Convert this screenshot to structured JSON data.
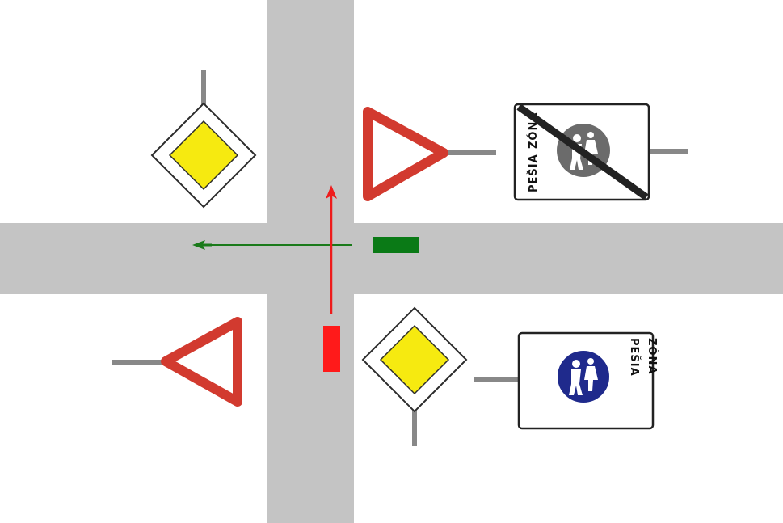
{
  "colors": {
    "background": "#ffffff",
    "road": "#c4c4c4",
    "post": "#888888",
    "yield_border": "#d23a2f",
    "priority_yellow": "#f6ea10",
    "priority_border": "#2b2b2b",
    "zone_blue": "#1f2a8c",
    "zone_end_grey": "#6b6b6b",
    "vehicle_red": "#ff1a1a",
    "vehicle_green": "#0a7a16",
    "arrow_red": "#ee1c1c",
    "arrow_green": "#1a7a1a"
  },
  "signs": {
    "pedestrian_zone_start": {
      "line1": "PEŠIA",
      "line2": "ZÓNA",
      "icon": "pedestrians-icon"
    },
    "pedestrian_zone_end": {
      "line1": "PEŠIA",
      "line2": "ZÓNA",
      "icon": "pedestrians-icon"
    }
  },
  "vehicles": {
    "red_vehicle": {
      "color": "red",
      "direction": "straight-north"
    },
    "green_vehicle": {
      "color": "green",
      "direction": "straight-west"
    }
  }
}
